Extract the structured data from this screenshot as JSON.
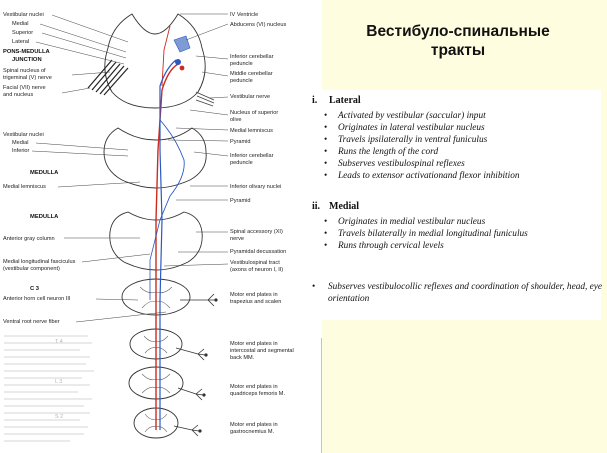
{
  "slide": {
    "title_line1": "Вестибуло-спинальные",
    "title_line2": "тракты"
  },
  "diagram": {
    "left_labels": [
      "Vestibular nuclei",
      "Medial",
      "Superior",
      "Lateral",
      "PONS-MEDULLA",
      "JUNCTION",
      "Spinal nucleus of",
      "trigeminal (V) nerve",
      "Facial (VII) nerve",
      "and nucleus",
      "Vestibular nuclei",
      "Medial",
      "Inferior",
      "MEDULLA",
      "Medial lemniscus",
      "MEDULLA",
      "Anterior gray column",
      "Medial longitudinal fasciculus",
      "(vestibular component)",
      "C 3",
      "Anterior horn cell neuron III",
      "Ventral root nerve fiber",
      "T 4",
      "L 3",
      "S 2"
    ],
    "right_labels": [
      "IV Ventricle",
      "Abducens (VI) nucleus",
      "Inferior cerebellar",
      "peduncle",
      "Middle cerebellar",
      "peduncle",
      "Vestibular nerve",
      "Nucleus of superior",
      "olive",
      "Medial lemniscus",
      "Pyramid",
      "Inferior cerebellar",
      "peduncle",
      "Inferior olivary nuclei",
      "Pyramid",
      "Spinal accessory (XI)",
      "nerve",
      "Pyramidal decussation",
      "Vestibulospinal tract",
      "(axons of neuron I, II)",
      "Motor end plates in",
      "trapezius and scalen",
      "Motor end plates in",
      "intercostal and segmental",
      "back MM.",
      "Motor end plates in",
      "quadriceps femoris M.",
      "Motor end plates in",
      "gastrocnemius M."
    ]
  },
  "lateral": {
    "numeral": "i.",
    "heading": "Lateral",
    "items": [
      "Activated by vestibular (saccular) input",
      "Originates in lateral vestibular nucleus",
      "Travels ipsilaterally in ventral funiculus",
      "Runs the length of the cord",
      "Subserves vestibulospinal reflexes",
      "Leads to extensor activationand flexor inhibition"
    ]
  },
  "medial": {
    "numeral": "ii.",
    "heading": "Medial",
    "items": [
      "Originates in medial vestibular nucleus",
      "Travels bilaterally in medial longitudinal funiculus",
      "Runs through cervical levels"
    ]
  },
  "summary": "Subserves vestibulocollic reflexes and coordination of shoulder, head, eye orientation",
  "colors": {
    "background": "#fffde0",
    "lateral_tract": "#cc2b1f",
    "medial_tract": "#2b59c3"
  }
}
